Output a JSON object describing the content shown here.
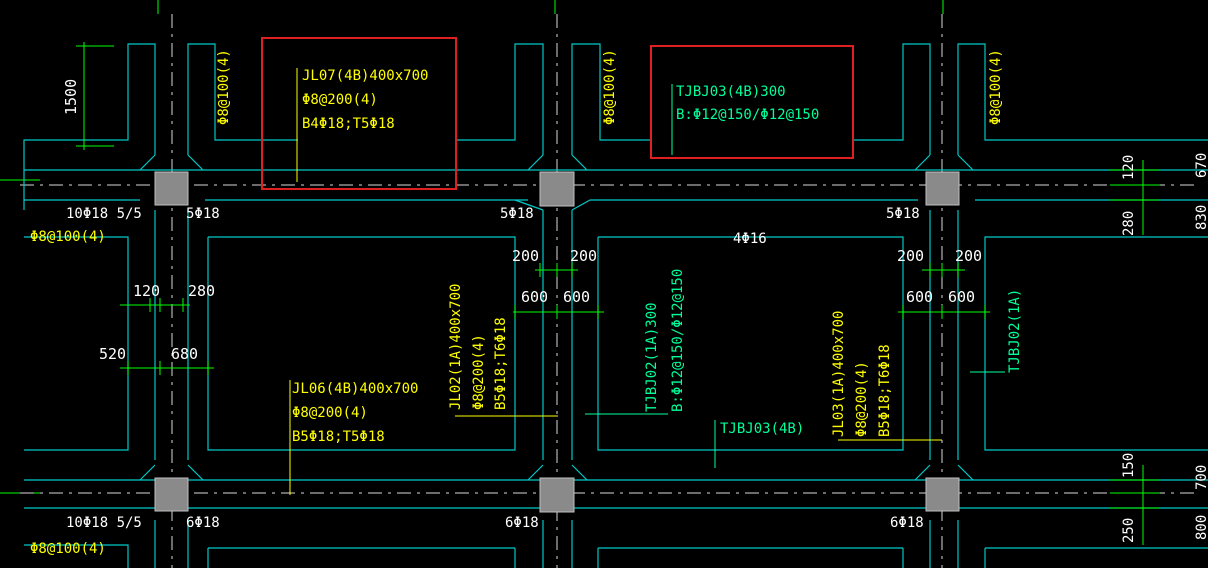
{
  "colors": {
    "background": "#000000",
    "outline": "#00c8c8",
    "axis": "#00ff00",
    "dim": "#00ff00",
    "beam_text": "#ffff00",
    "slab_text": "#00ff99",
    "column": "#8a8a8a",
    "highlight": "#e02020",
    "white_text": "#ffffff"
  },
  "beams": {
    "jl07": [
      "JL07(4B)400x700",
      "Φ8@200(4)",
      "B4Φ18;T5Φ18"
    ],
    "jl06": [
      "JL06(4B)400x700",
      "Φ8@200(4)",
      "B5Φ18;T5Φ18"
    ],
    "jl02": [
      "JL02(1A)400x700",
      "Φ8@200(4)",
      "B5Φ18;T6Φ18"
    ],
    "jl03": [
      "JL03(1A)400x700",
      "Φ8@200(4)",
      "B5Φ18;T6Φ18"
    ]
  },
  "slabs": {
    "tjbj03_top": [
      "TJBJ03(4B)300",
      "B:Φ12@150/Φ12@150"
    ],
    "tjbj02": [
      "TJBJ02(1A)300",
      "B:Φ12@150/Φ12@150"
    ],
    "tjbj03_mid": "TJBJ03(4B)",
    "tjbj02_right": "TJBJ02(1A)"
  },
  "stirrups": {
    "v1": "Φ8@100(4)",
    "v2": "Φ8@100(4)",
    "v3": "Φ8@100(4)",
    "left_top": "Φ8@100(4)",
    "left_bottom": "Φ8@100(4)"
  },
  "rebar": {
    "left_top": "10Φ18 5/5",
    "left_bottom": "10Φ18 5/5",
    "c1_top": "5Φ18",
    "c2_top": "5Φ18",
    "c3_top": "5Φ18",
    "c1_bot": "6Φ18",
    "c2_bot": "6Φ18",
    "c3_bot": "6Φ18",
    "mid": "4Φ16"
  },
  "dims": {
    "d1500": "1500",
    "d120a": "120",
    "d280a": "280",
    "d520": "520",
    "d680": "680",
    "d200a": "200",
    "d200b": "200",
    "d600a": "600",
    "d600b": "600",
    "d200c": "200",
    "d200d": "200",
    "d600c": "600",
    "d600d": "600",
    "r120": "120",
    "r280": "280",
    "r670": "670",
    "r830": "830",
    "r150": "150",
    "r250": "250",
    "r700": "700",
    "r800": "800"
  }
}
